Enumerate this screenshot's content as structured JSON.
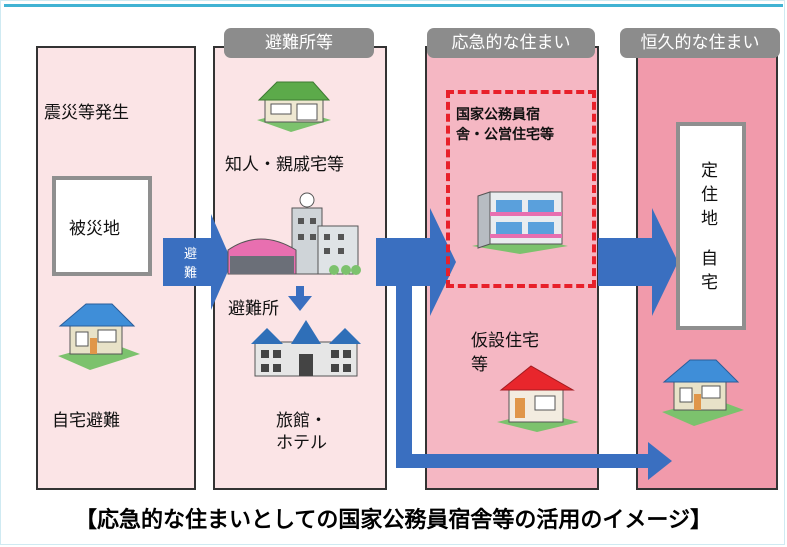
{
  "stages": {
    "shelters": "避難所等",
    "emergency_housing": "応急的な住まい",
    "permanent_housing": "恒久的な住まい"
  },
  "column1": {
    "heading": "震災等発生",
    "disaster_area": "被災地",
    "evacuate_label_line1": "避",
    "evacuate_label_line2": "難",
    "home_evacuation": "自宅避難"
  },
  "column2": {
    "acquaintance_home": "知人・親戚宅等",
    "shelter": "避難所",
    "inn_line1": "旅館・",
    "inn_line2": "ホテル"
  },
  "column3": {
    "public_housing_line1": "国家公務員宿",
    "public_housing_line2": "舎・公営住宅等",
    "temp_housing_line1": "仮設住宅",
    "temp_housing_line2": "等"
  },
  "column4": {
    "settle_line1": "定",
    "settle_line2": "住",
    "settle_line3": "地",
    "settle_line4": "自",
    "settle_line5": "宅"
  },
  "caption": "【応急的な住まいとしての国家公務員宿舎等の活用のイメージ】",
  "colors": {
    "frame_accent": "#41b3d3",
    "arrow_blue": "#3a6fc0",
    "pale_pink": "#fbe4e6",
    "mid_pink": "#f5b7c3",
    "deep_pink": "#f19aab",
    "stage_tag": "#8c8c8c",
    "dashed_red": "#e8202a"
  },
  "icons": [
    "house-icon",
    "shop-house-icon",
    "school-building-icon",
    "hotel-icon",
    "apartment-icon",
    "temporary-house-icon"
  ]
}
